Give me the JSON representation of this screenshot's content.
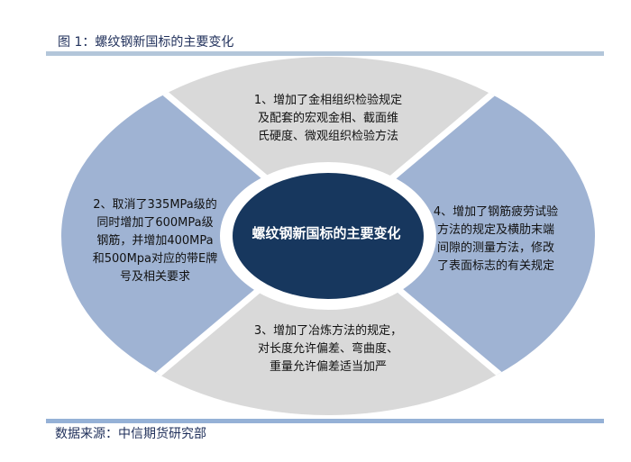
{
  "title": "图 1：螺纹钢新国标的主要变化",
  "center_label": "螺纹钢新国标的主要变化",
  "segments": {
    "top": [
      "1、增加了金相组织检验规定",
      "及配套的宏观金相、截面维",
      "氏硬度、微观组织检验方法"
    ],
    "left": [
      "2、取消了335MPa级的",
      "同时增加了600MPa级",
      "钢筋，并增加400MPa",
      "和500Mpa对应的带E牌",
      "号及相关要求"
    ],
    "bottom": [
      "3、增加了冶炼方法的规定，",
      "对长度允许偏差、弯曲度、",
      "重量允许偏差适当加严"
    ],
    "right": [
      "4、增加了钢筋疲劳试验",
      "方法的规定及横肋末端",
      "间隙的测量方法，修改",
      "了表面标志的有关规定"
    ]
  },
  "colors": {
    "gray": "#d9d9d9",
    "blue": "#9fb3d3",
    "center": "#17375e"
  },
  "source": "数据来源：中信期货研究部"
}
